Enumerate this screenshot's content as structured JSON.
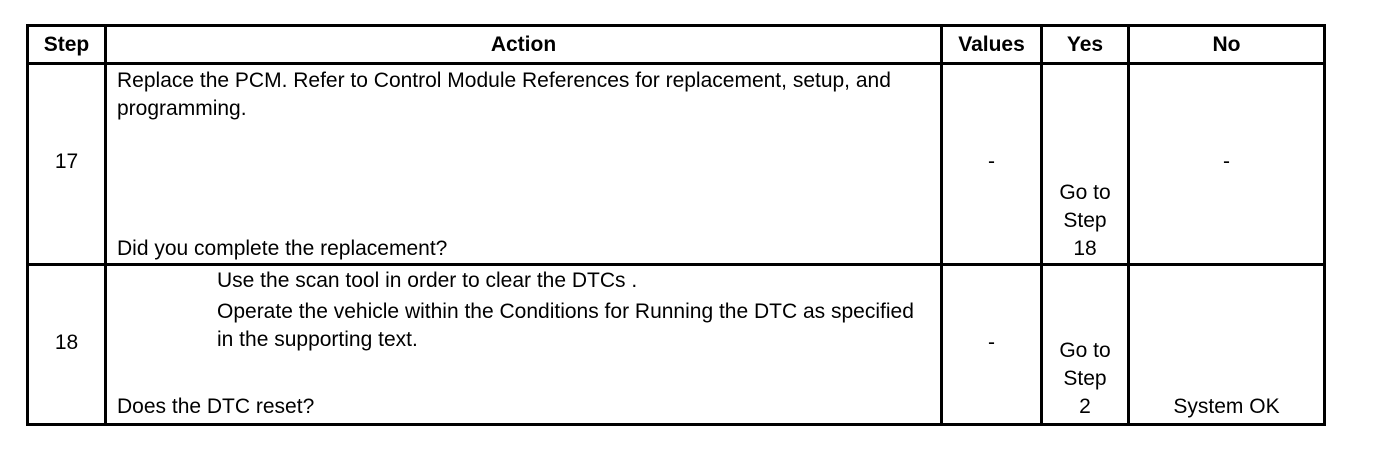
{
  "headers": {
    "step": "Step",
    "action": "Action",
    "values": "Values",
    "yes": "Yes",
    "no": "No"
  },
  "rows": [
    {
      "step": "17",
      "action_text": "Replace the PCM. Refer to Control Module References for replacement, setup, and programming.",
      "question": "Did you complete the replacement?",
      "values": "-",
      "yes": [
        "Go to",
        "Step",
        "18"
      ],
      "no": "-"
    },
    {
      "step": "18",
      "action_items": [
        "Use the scan tool in order to clear the DTCs .",
        "Operate the vehicle within the Conditions for Running the DTC as specified in the supporting text."
      ],
      "question": "Does the DTC reset?",
      "values": "-",
      "yes": [
        "Go to",
        "Step",
        "2"
      ],
      "no": "System OK"
    }
  ]
}
